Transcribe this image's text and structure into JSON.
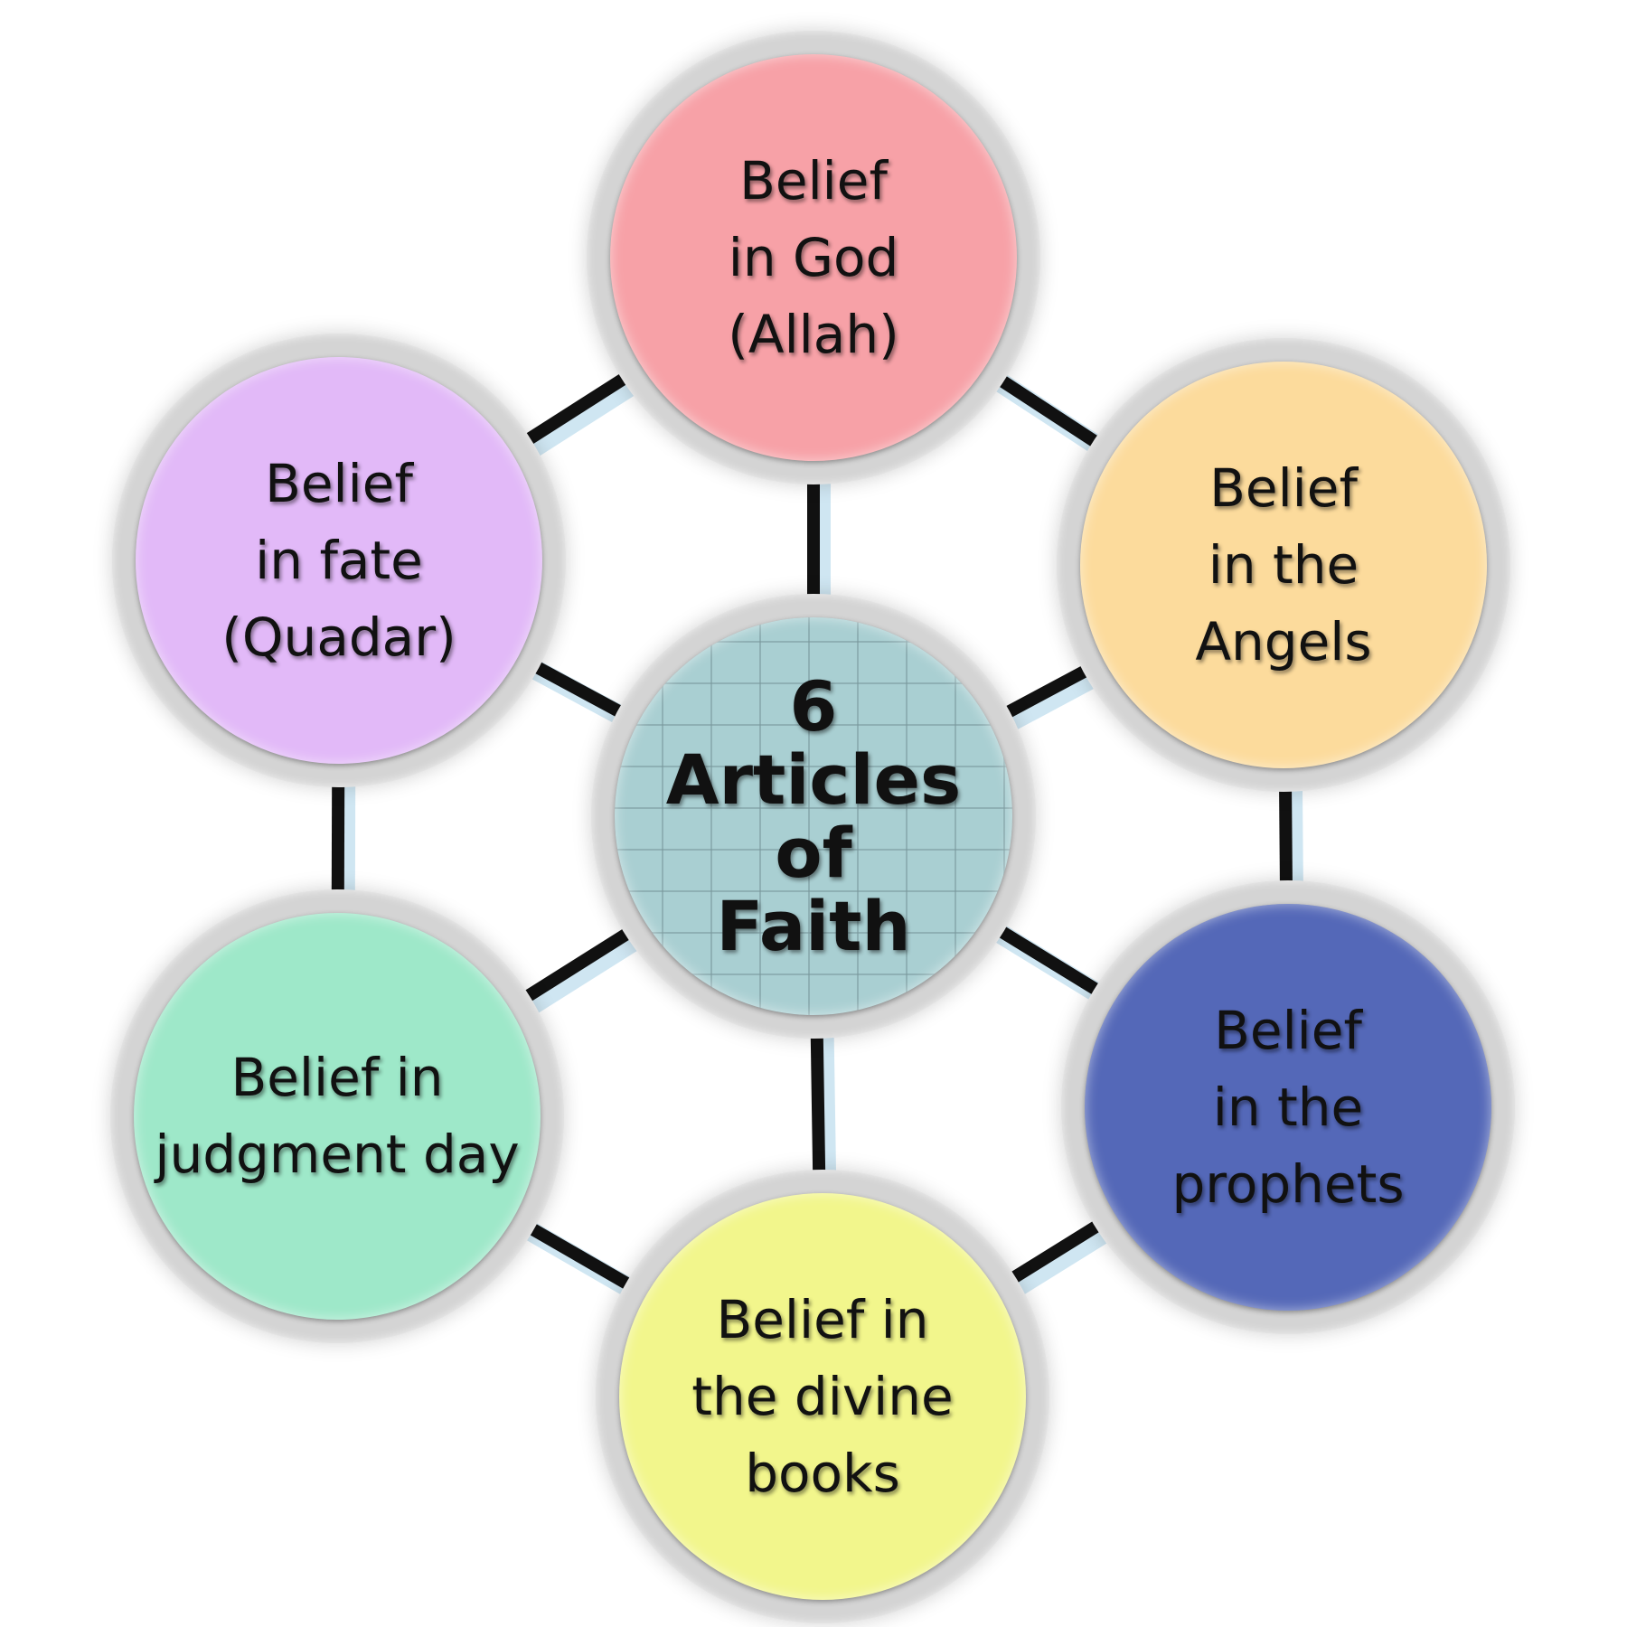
{
  "diagram": {
    "center": {
      "lines": [
        "6",
        "Articles",
        "of",
        "Faith"
      ],
      "color": "#a9cfd2"
    },
    "articles": [
      {
        "id": "god",
        "lines": [
          "Belief",
          "in God",
          "(Allah)"
        ],
        "color": "#f7a1a7"
      },
      {
        "id": "angels",
        "lines": [
          "Belief",
          "in the",
          "Angels"
        ],
        "color": "#fcdb9c"
      },
      {
        "id": "prophets",
        "lines": [
          "Belief",
          "in the",
          "prophets"
        ],
        "color": "#5468b8"
      },
      {
        "id": "books",
        "lines": [
          "Belief in",
          "the divine",
          "books"
        ],
        "color": "#f2f68c"
      },
      {
        "id": "judgment",
        "lines": [
          "Belief in",
          "judgment day"
        ],
        "color": "#9ee8c9"
      },
      {
        "id": "fate",
        "lines": [
          "Belief",
          "in fate",
          "(Quadar)"
        ],
        "color": "#e2b9f8"
      }
    ],
    "connector_color": "#111111",
    "connector_glow": "#cfe6f2"
  }
}
